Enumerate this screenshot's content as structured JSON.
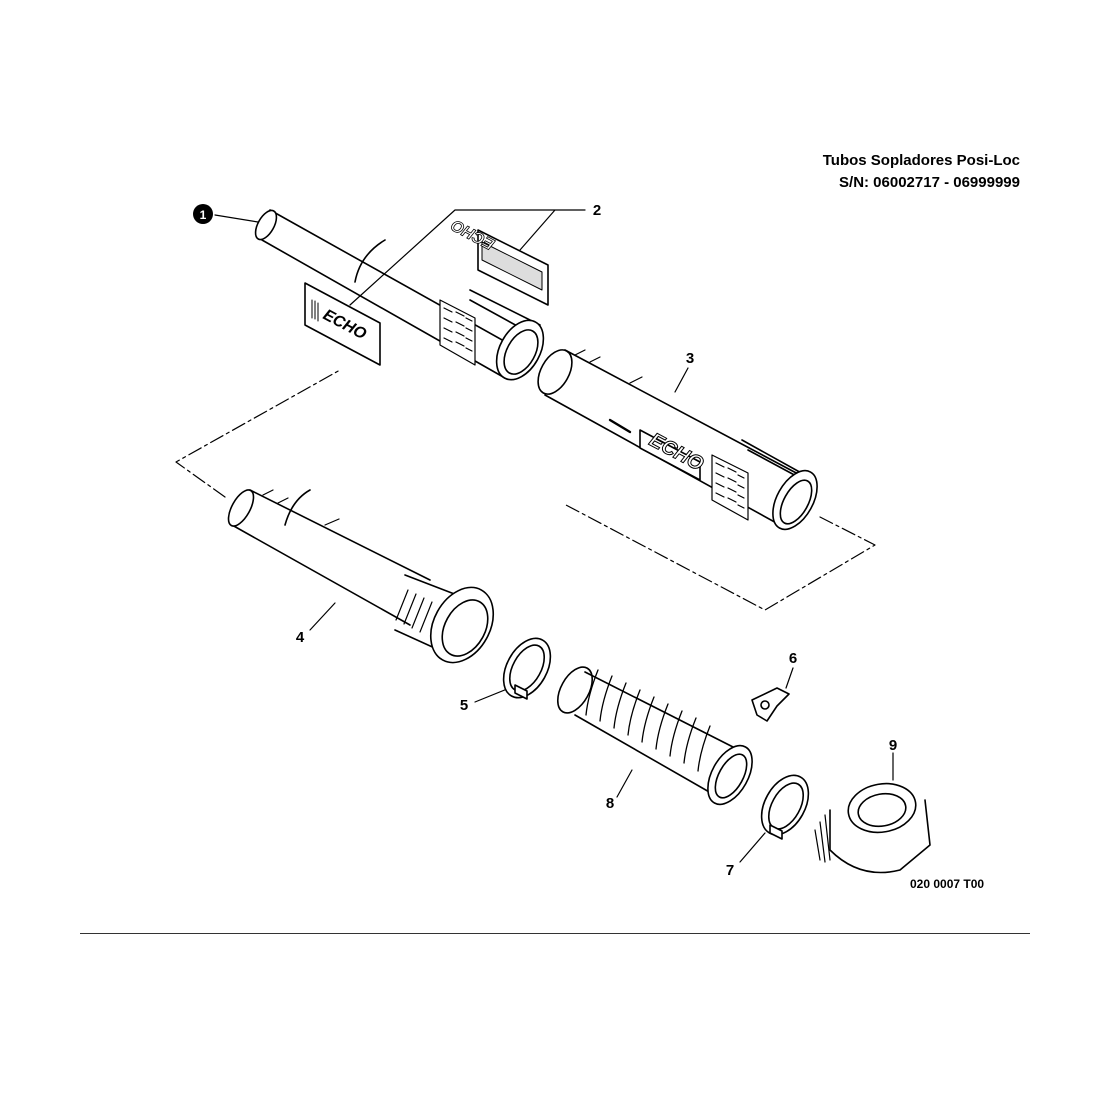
{
  "header": {
    "title": "Tubos Sopladores Posi-Loc",
    "serial": "S/N: 06002717 - 06999999"
  },
  "figure_code": "020 0007 T00",
  "callouts": [
    "1",
    "2",
    "3",
    "4",
    "5",
    "6",
    "7",
    "8",
    "9"
  ],
  "decal_text": "ECHO"
}
